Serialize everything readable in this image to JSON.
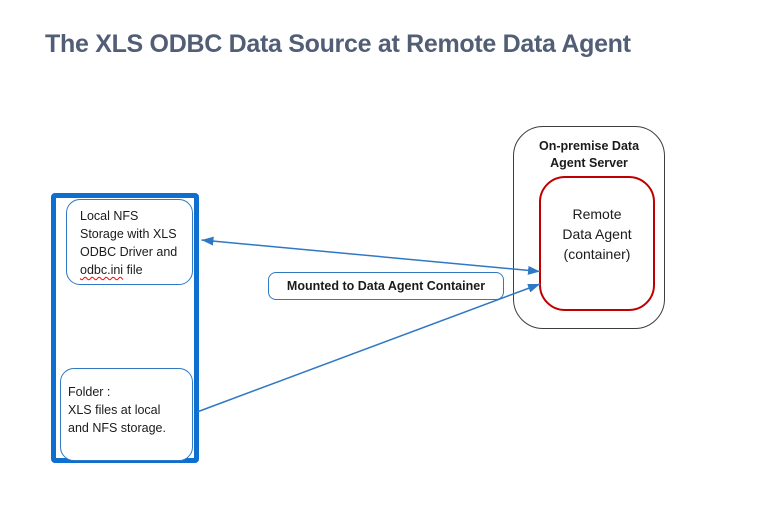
{
  "title": {
    "text": "The XLS ODBC Data Source at Remote Data Agent",
    "color": "#515e76"
  },
  "colors": {
    "outer_group_border": "#0e6fd0",
    "connector_blue": "#2f78c4",
    "agent_border_red": "#c00000",
    "server_border": "#3d3d3d",
    "spellcheck_underline": "#ff0000",
    "text": "#1b1b1b",
    "background": "#ffffff"
  },
  "storage_group": {
    "nfs_box": {
      "text_before": "Local NFS\nStorage with XLS\nODBC Driver and",
      "spellchecked_word": "odbc.ini",
      "text_after": " file"
    },
    "folder_box": {
      "text": "Folder :\nXLS files at local\nand NFS storage."
    }
  },
  "mount_label": {
    "text": "Mounted to Data Agent Container"
  },
  "server": {
    "label": "On-premise Data\nAgent Server",
    "agent": {
      "label": "Remote\nData Agent\n(container)"
    }
  },
  "connections": [
    {
      "from": "nfs-storage-box",
      "to": "remote-data-agent-box",
      "arrows": "both"
    },
    {
      "from": "folder-box",
      "to": "remote-data-agent-box",
      "arrows": "end"
    }
  ]
}
